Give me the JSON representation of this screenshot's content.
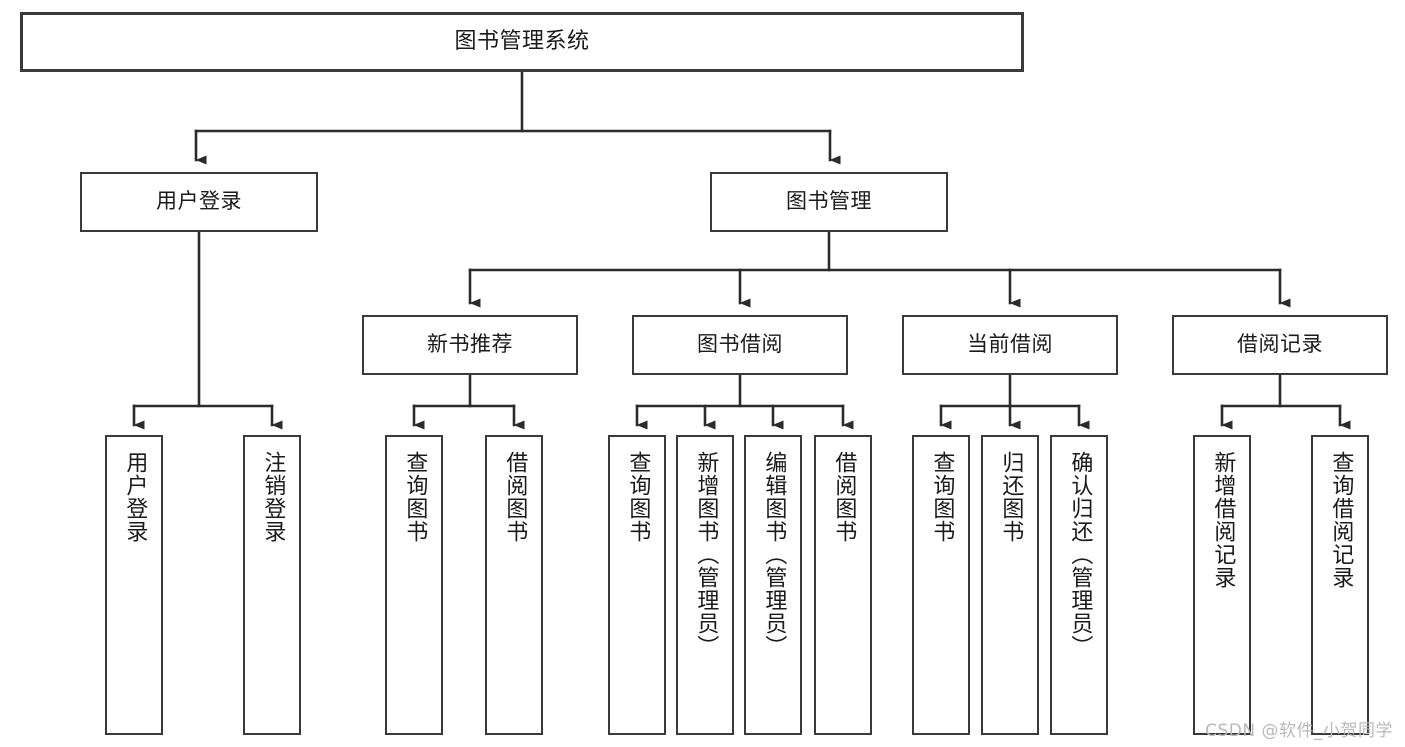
{
  "diagram": {
    "title": "图书管理系统",
    "type": "tree-hierarchy-functional-structure",
    "background_color": "#ffffff",
    "border_color": "#3a3a3a",
    "text_color": "#1b1b1b"
  },
  "nodes": {
    "root": {
      "label": "图书管理系统",
      "orientation": "horizontal"
    },
    "level2": [
      {
        "id": "user-login",
        "label": "用户登录",
        "orientation": "horizontal"
      },
      {
        "id": "book-manage",
        "label": "图书管理",
        "orientation": "horizontal"
      }
    ],
    "level3": [
      {
        "id": "new-book-recommend",
        "label": "新书推荐",
        "orientation": "horizontal"
      },
      {
        "id": "book-borrow",
        "label": "图书借阅",
        "orientation": "horizontal"
      },
      {
        "id": "current-borrow",
        "label": "当前借阅",
        "orientation": "horizontal"
      },
      {
        "id": "borrow-record",
        "label": "借阅记录",
        "orientation": "horizontal"
      }
    ],
    "leaves": [
      {
        "id": "leaf-user-login",
        "label": "用户登录",
        "parent": "user-login",
        "orientation": "vertical"
      },
      {
        "id": "leaf-user-logout",
        "label": "注销登录",
        "parent": "user-login",
        "orientation": "vertical"
      },
      {
        "id": "leaf-query-book-1",
        "label": "查询图书",
        "parent": "new-book-recommend",
        "orientation": "vertical"
      },
      {
        "id": "leaf-borrow-book-1",
        "label": "借阅图书",
        "parent": "new-book-recommend",
        "orientation": "vertical"
      },
      {
        "id": "leaf-query-book-2",
        "label": "查询图书",
        "parent": "book-borrow",
        "orientation": "vertical"
      },
      {
        "id": "leaf-add-book",
        "label": "新增图书（管理员）",
        "parent": "book-borrow",
        "orientation": "vertical"
      },
      {
        "id": "leaf-edit-book",
        "label": "编辑图书（管理员）",
        "parent": "book-borrow",
        "orientation": "vertical"
      },
      {
        "id": "leaf-borrow-book-2",
        "label": "借阅图书",
        "parent": "book-borrow",
        "orientation": "vertical"
      },
      {
        "id": "leaf-query-book-3",
        "label": "查询图书",
        "parent": "current-borrow",
        "orientation": "vertical"
      },
      {
        "id": "leaf-return-book",
        "label": "归还图书",
        "parent": "current-borrow",
        "orientation": "vertical"
      },
      {
        "id": "leaf-confirm-return",
        "label": "确认归还（管理员）",
        "parent": "current-borrow",
        "orientation": "vertical"
      },
      {
        "id": "leaf-add-record",
        "label": "新增借阅记录",
        "parent": "borrow-record",
        "orientation": "vertical"
      },
      {
        "id": "leaf-query-record",
        "label": "查询借阅记录",
        "parent": "borrow-record",
        "orientation": "vertical"
      }
    ]
  },
  "watermark": {
    "text": "CSDN @软件_小贺同学"
  }
}
